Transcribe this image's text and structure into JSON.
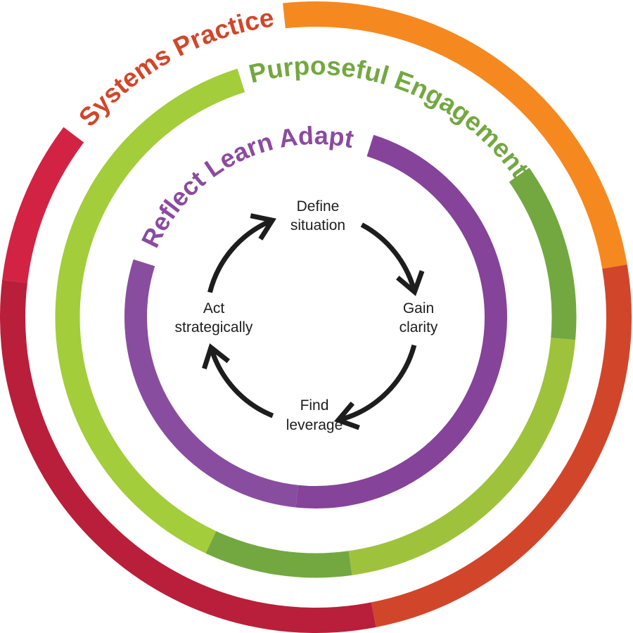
{
  "diagram": {
    "rings": [
      {
        "id": "systems-practice",
        "label": "Systems Practice",
        "label_color": "#D1462A",
        "segments": [
          {
            "color": "#F5891F",
            "from_deg": 264,
            "to_deg": 350.4
          },
          {
            "color": "#D1462A",
            "from_deg": 350.4,
            "to_deg": 439
          },
          {
            "color": "#B91F3A",
            "from_deg": 79,
            "to_deg": 186.8
          },
          {
            "color": "#D22345",
            "from_deg": 186.8,
            "to_deg": 217
          }
        ]
      },
      {
        "id": "purposeful-engagement",
        "label": "Purposeful Engagement",
        "label_color": "#73A841",
        "segments": [
          {
            "color": "#73A841",
            "from_deg": 325,
            "to_deg": 365
          },
          {
            "color": "#9FC23D",
            "from_deg": 5,
            "to_deg": 82
          },
          {
            "color": "#73A841",
            "from_deg": 82,
            "to_deg": 115
          },
          {
            "color": "#A3CD3A",
            "from_deg": 115,
            "to_deg": 252.5
          }
        ]
      },
      {
        "id": "reflect-learn-adapt",
        "label": "Reflect Learn Adapt",
        "label_color": "#8B4AA0",
        "segments": [
          {
            "color": "#854399",
            "from_deg": 287.6,
            "to_deg": 456
          },
          {
            "color": "#894D9F",
            "from_deg": 96,
            "to_deg": 197.6
          }
        ]
      }
    ],
    "cycle": {
      "arrow_color": "#1d1d1d",
      "steps": [
        {
          "line1": "Define",
          "line2": "situation"
        },
        {
          "line1": "Gain",
          "line2": "clarity"
        },
        {
          "line1": "Find",
          "line2": "leverage"
        },
        {
          "line1": "Act",
          "line2": "strategically"
        }
      ]
    }
  }
}
